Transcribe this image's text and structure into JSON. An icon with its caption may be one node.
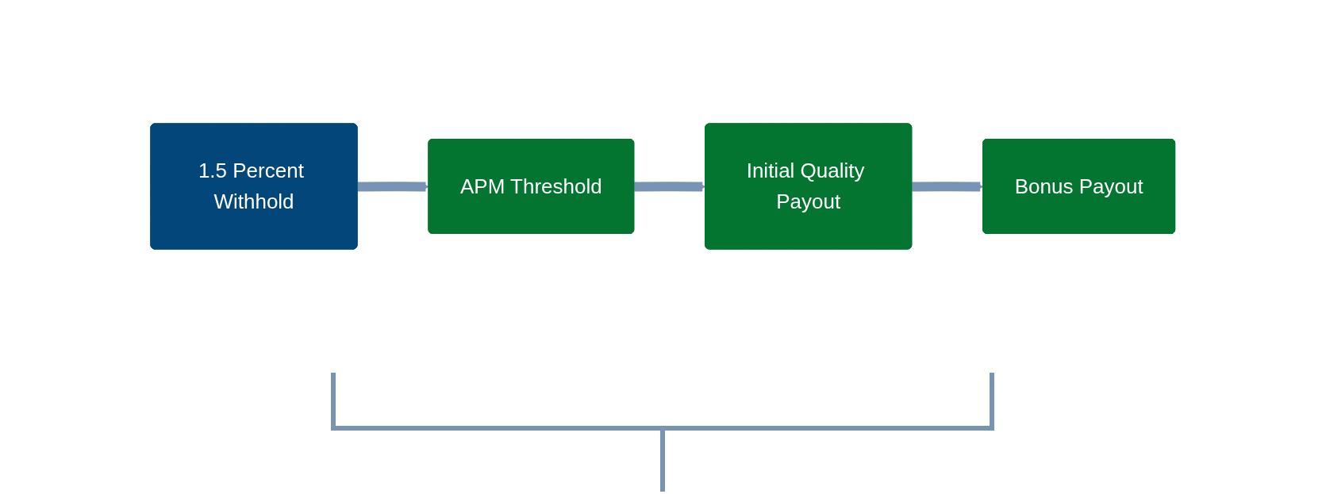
{
  "diagram": {
    "nodes": [
      {
        "text": [
          "1.5 Percent Withhold"
        ]
      },
      {
        "text": [
          "APM Threshold"
        ]
      },
      {
        "text": [
          "Initial Quality Payout"
        ]
      },
      {
        "text": [
          "Bonus Payout"
        ]
      }
    ],
    "edges": [
      {
        "from": 0,
        "to": 1,
        "arrow": "to"
      },
      {
        "from": 1,
        "to": 2,
        "arrow": "to"
      },
      {
        "from": 2,
        "to": 3,
        "arrow": "to"
      }
    ]
  }
}
